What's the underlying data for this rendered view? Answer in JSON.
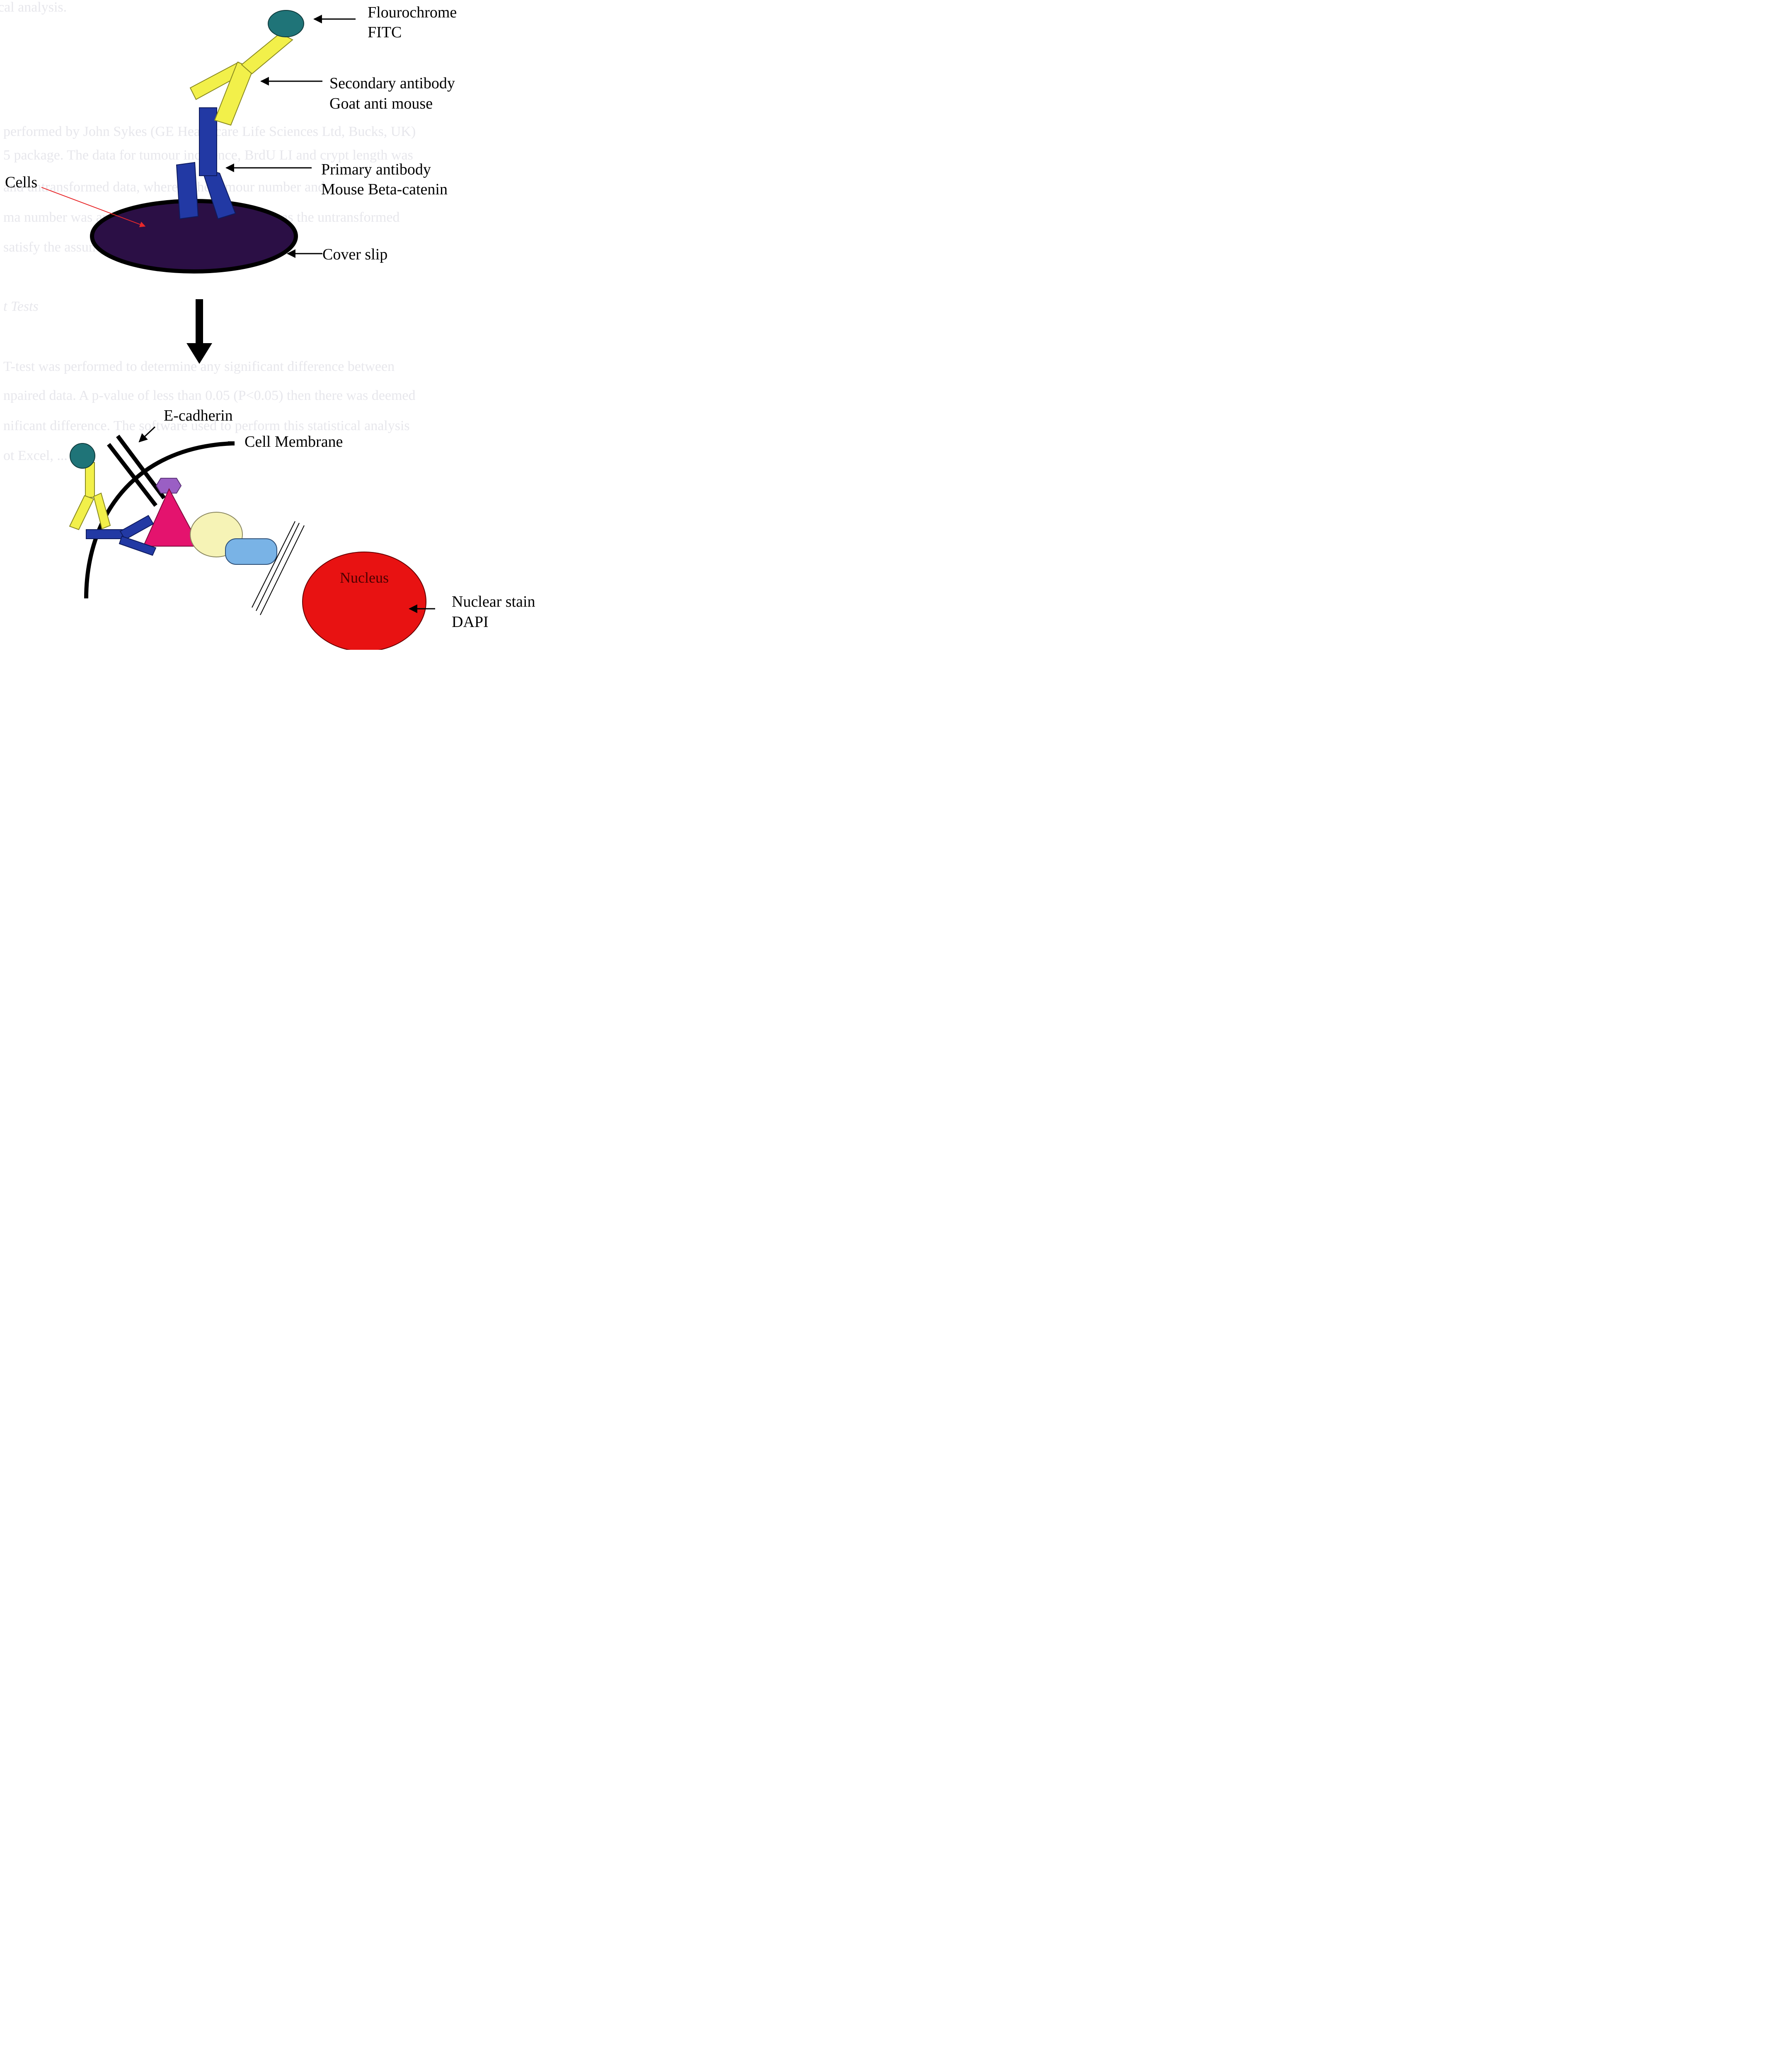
{
  "background_text": {
    "line1": "cal analysis.",
    "line2": "performed by John Sykes (GE Healthcare Life Sciences Ltd, Bucks, UK)",
    "line3": "5 package. The data for tumour incidence, BrdU LI and crypt length was",
    "line4": "and untransformed data, whereas the tumour number and",
    "line5": "ma number was analysed using transformed data as the untransformed",
    "line6": "satisfy the assumptions",
    "line7": "t Tests",
    "line8": "T-test was performed to determine any significant difference between",
    "line9": "npaired data. A p-value of less than 0.05 (P<0.05) then there was deemed",
    "line10": "nificant difference. The software used to perform this statistical analysis",
    "line11": "ot Excel, ..."
  },
  "labels": {
    "fluorochrome_line1": "Flourochrome",
    "fluorochrome_line2": "FITC",
    "secondary_line1": "Secondary antibody",
    "secondary_line2": "Goat anti mouse",
    "primary_line1": "Primary antibody",
    "primary_line2": "Mouse Beta-catenin",
    "cells": "Cells",
    "cover_slip": "Cover slip",
    "e_cadherin": "E-cadherin",
    "cell_membrane": "Cell Membrane",
    "nucleus": "Nucleus",
    "nuclear_stain_line1": "Nuclear stain",
    "nuclear_stain_line2": "DAPI"
  },
  "colors": {
    "fluorochrome": "#1f7478",
    "secondary_antibody": "#f2f04a",
    "primary_antibody": "#2239a4",
    "cover_slip_fill": "#2b0f45",
    "cell_arrow": "#e8282a",
    "complex_pink": "#e4136e",
    "complex_purple": "#9a5fc4",
    "complex_pale_yellow": "#f6f3b6",
    "complex_blue": "#79b3e6",
    "nucleus": "#e81212"
  }
}
